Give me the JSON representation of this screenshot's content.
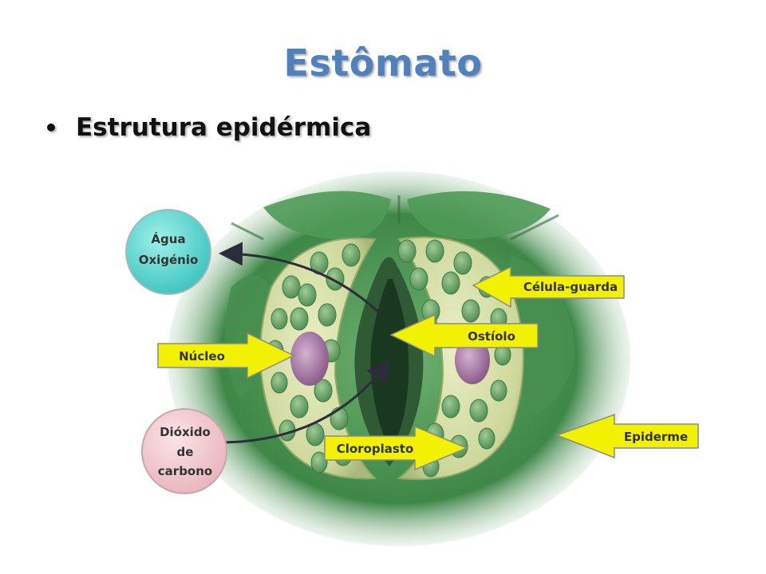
{
  "slide": {
    "title": "Estômato",
    "bullet": "Estrutura epidérmica"
  },
  "diagram": {
    "labels": {
      "agua": "Água",
      "oxigenio": "Oxigénio",
      "celula_guarda": "Célula-guarda",
      "ostiolo": "Ostíolo",
      "nucleo": "Núcleo",
      "dioxido": "Dióxido",
      "de": "de",
      "carbono": "carbono",
      "cloroplasto": "Cloroplasto",
      "epiderme": "Epiderme"
    },
    "colors": {
      "title": "#4f81bd",
      "arrow_fill": "#f2f200",
      "epidermis": "#3f8a4c",
      "guard_cell": "#d9e1ae",
      "chloroplast": "#6aa26a",
      "nucleus": "#a77ba6",
      "water_oxygen_bubble": "#63d6d0",
      "co2_bubble": "#f4d0d6"
    }
  }
}
